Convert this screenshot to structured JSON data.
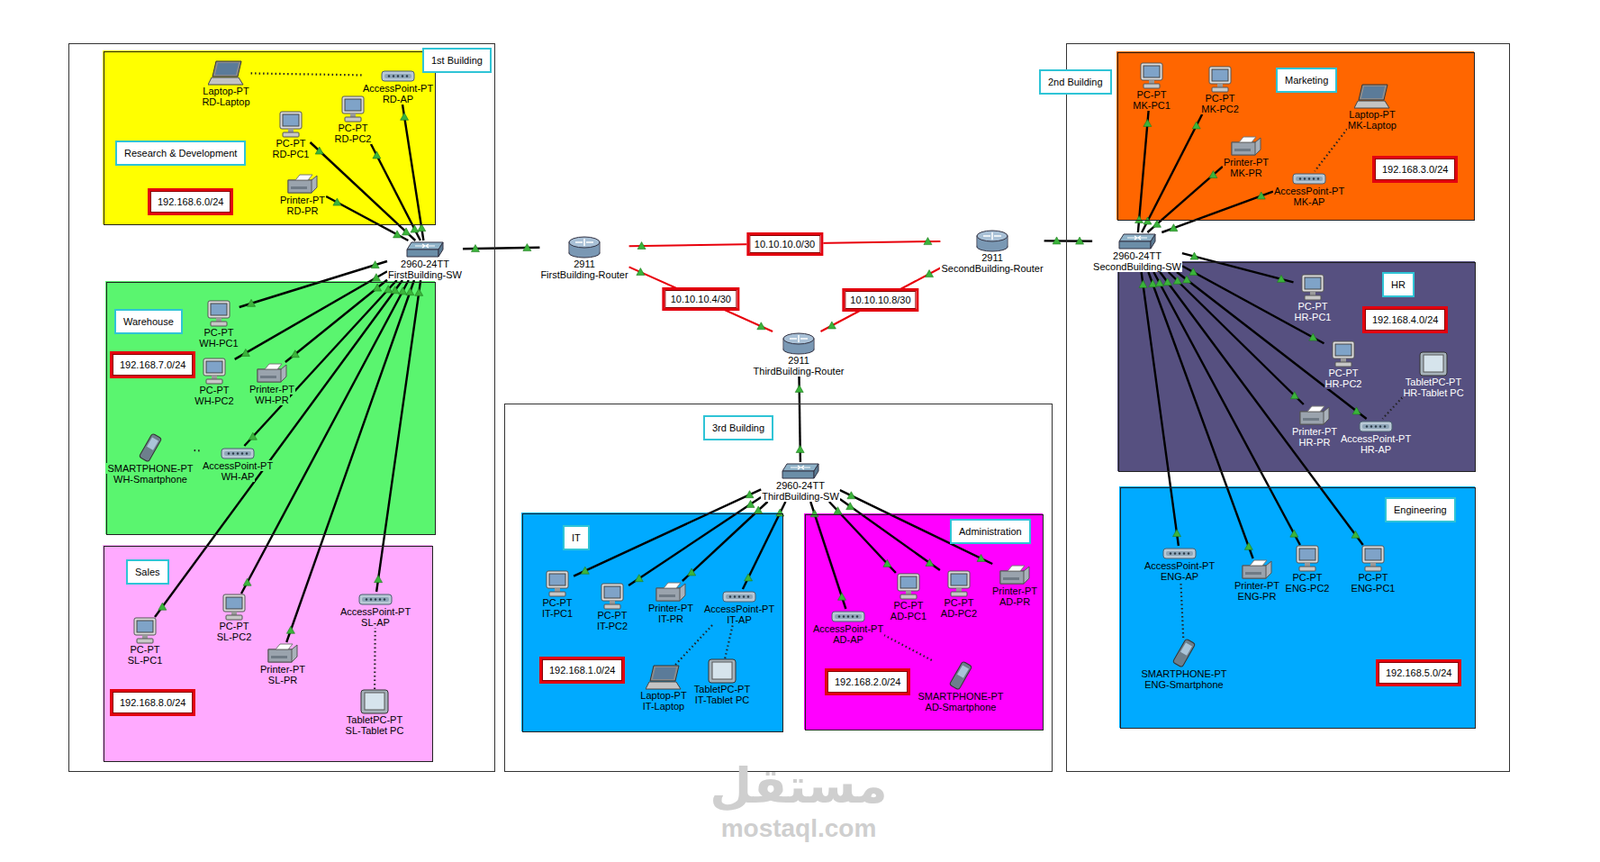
{
  "diagram": {
    "nodes": [
      {
        "text": [
          "1st Building"
        ]
      },
      {
        "text": [
          "Research & Development",
          "192.168.6.0/24"
        ],
        "in": 0
      },
      {
        "text": [
          "Laptop-PT",
          "RD-Laptop"
        ],
        "in": 1
      },
      {
        "text": [
          "AccessPoint-PT",
          "RD-AP"
        ],
        "in": 1
      },
      {
        "text": [
          "PC-PT",
          "RD-PC1"
        ],
        "in": 1
      },
      {
        "text": [
          "PC-PT",
          "RD-PC2"
        ],
        "in": 1
      },
      {
        "text": [
          "Printer-PT",
          "RD-PR"
        ],
        "in": 1
      },
      {
        "text": [
          "Warehouse",
          "192.168.7.0/24"
        ],
        "in": 0
      },
      {
        "text": [
          "PC-PT",
          "WH-PC1"
        ],
        "in": 7
      },
      {
        "text": [
          "PC-PT",
          "WH-PC2"
        ],
        "in": 7
      },
      {
        "text": [
          "Printer-PT",
          "WH-PR"
        ],
        "in": 7
      },
      {
        "text": [
          "SMARTPHONE-PT",
          "WH-Smartphone"
        ],
        "in": 7
      },
      {
        "text": [
          "AccessPoint-PT",
          "WH-AP"
        ],
        "in": 7
      },
      {
        "text": [
          "Sales",
          "192.168.8.0/24"
        ],
        "in": 0
      },
      {
        "text": [
          "PC-PT",
          "SL-PC1"
        ],
        "in": 13
      },
      {
        "text": [
          "PC-PT",
          "SL-PC2"
        ],
        "in": 13
      },
      {
        "text": [
          "Printer-PT",
          "SL-PR"
        ],
        "in": 13
      },
      {
        "text": [
          "AccessPoint-PT",
          "SL-AP"
        ],
        "in": 13
      },
      {
        "text": [
          "TabletPC-PT",
          "SL-Tablet PC"
        ],
        "in": 13
      },
      {
        "text": [
          "2960-24TT",
          "FirstBuilding-SW"
        ],
        "in": 0
      },
      {
        "text": [
          "2911",
          "FirstBuilding-Router"
        ]
      },
      {
        "text": [
          "2911",
          "SecondBuilding-Router"
        ]
      },
      {
        "text": [
          "2911",
          "ThirdBuilding-Router"
        ]
      },
      {
        "text": [
          "2nd Building"
        ]
      },
      {
        "text": [
          "Marketing",
          "192.168.3.0/24"
        ],
        "in": 23
      },
      {
        "text": [
          "PC-PT",
          "MK-PC1"
        ],
        "in": 24
      },
      {
        "text": [
          "PC-PT",
          "MK-PC2"
        ],
        "in": 24
      },
      {
        "text": [
          "Laptop-PT",
          "MK-Laptop"
        ],
        "in": 24
      },
      {
        "text": [
          "Printer-PT",
          "MK-PR"
        ],
        "in": 24
      },
      {
        "text": [
          "AccessPoint-PT",
          "MK-AP"
        ],
        "in": 24
      },
      {
        "text": [
          "HR",
          "192.168.4.0/24"
        ],
        "in": 23
      },
      {
        "text": [
          "PC-PT",
          "HR-PC1"
        ],
        "in": 30
      },
      {
        "text": [
          "PC-PT",
          "HR-PC2"
        ],
        "in": 30
      },
      {
        "text": [
          "TabletPC-PT",
          "HR-Tablet PC"
        ],
        "in": 30
      },
      {
        "text": [
          "Printer-PT",
          "HR-PR"
        ],
        "in": 30
      },
      {
        "text": [
          "AccessPoint-PT",
          "HR-AP"
        ],
        "in": 30
      },
      {
        "text": [
          "Engineering",
          "192.168.5.0/24"
        ],
        "in": 23
      },
      {
        "text": [
          "AccessPoint-PT",
          "ENG-AP"
        ],
        "in": 36
      },
      {
        "text": [
          "Printer-PT",
          "ENG-PR"
        ],
        "in": 36
      },
      {
        "text": [
          "PC-PT",
          "ENG-PC2"
        ],
        "in": 36
      },
      {
        "text": [
          "PC-PT",
          "ENG-PC1"
        ],
        "in": 36
      },
      {
        "text": [
          "SMARTPHONE-PT",
          "ENG-Smartphone"
        ],
        "in": 36
      },
      {
        "text": [
          "2960-24TT",
          "SecondBuilding-SW"
        ],
        "in": 23
      },
      {
        "text": [
          "3rd Building"
        ]
      },
      {
        "text": [
          "2960-24TT",
          "ThirdBuilding-SW"
        ],
        "in": 43
      },
      {
        "text": [
          "IT",
          "192.168.1.0/24"
        ],
        "in": 43
      },
      {
        "text": [
          "PC-PT",
          "IT-PC1"
        ],
        "in": 45
      },
      {
        "text": [
          "PC-PT",
          "IT-PC2"
        ],
        "in": 45
      },
      {
        "text": [
          "Printer-PT",
          "IT-PR"
        ],
        "in": 45
      },
      {
        "text": [
          "AccessPoint-PT",
          "IT-AP"
        ],
        "in": 45
      },
      {
        "text": [
          "Laptop-PT",
          "IT-Laptop"
        ],
        "in": 45
      },
      {
        "text": [
          "TabletPC-PT",
          "IT-Tablet PC"
        ],
        "in": 45
      },
      {
        "text": [
          "Administration",
          "192.168.2.0/24"
        ],
        "in": 43
      },
      {
        "text": [
          "AccessPoint-PT",
          "AD-AP"
        ],
        "in": 52
      },
      {
        "text": [
          "PC-PT",
          "AD-PC1"
        ],
        "in": 52
      },
      {
        "text": [
          "PC-PT",
          "AD-PC2"
        ],
        "in": 52
      },
      {
        "text": [
          "Printer-PT",
          "AD-PR"
        ],
        "in": 52
      },
      {
        "text": [
          "SMARTPHONE-PT",
          "AD-Smartphone"
        ],
        "in": 52
      }
    ],
    "edges": [
      {
        "from": 19,
        "to": 3,
        "arrow": "none"
      },
      {
        "from": 19,
        "to": 4,
        "arrow": "none"
      },
      {
        "from": 19,
        "to": 5,
        "arrow": "none"
      },
      {
        "from": 19,
        "to": 6,
        "arrow": "none"
      },
      {
        "from": 19,
        "to": 8,
        "arrow": "none"
      },
      {
        "from": 19,
        "to": 9,
        "arrow": "none"
      },
      {
        "from": 19,
        "to": 10,
        "arrow": "none"
      },
      {
        "from": 19,
        "to": 12,
        "arrow": "none"
      },
      {
        "from": 19,
        "to": 14,
        "arrow": "none"
      },
      {
        "from": 19,
        "to": 15,
        "arrow": "none"
      },
      {
        "from": 19,
        "to": 16,
        "arrow": "none"
      },
      {
        "from": 19,
        "to": 17,
        "arrow": "none"
      },
      {
        "from": 2,
        "to": 3,
        "arrow": "none"
      },
      {
        "from": 11,
        "to": 12,
        "arrow": "none"
      },
      {
        "from": 18,
        "to": 17,
        "arrow": "none"
      },
      {
        "from": 19,
        "to": 20,
        "arrow": "none"
      },
      {
        "from": 20,
        "to": 21,
        "label": "10.10.10.0/30",
        "arrow": "none"
      },
      {
        "from": 20,
        "to": 22,
        "label": "10.10.10.4/30",
        "arrow": "none"
      },
      {
        "from": 21,
        "to": 22,
        "label": "10.10.10.8/30",
        "arrow": "none"
      },
      {
        "from": 21,
        "to": 42,
        "arrow": "none"
      },
      {
        "from": 22,
        "to": 44,
        "arrow": "none"
      },
      {
        "from": 42,
        "to": 25,
        "arrow": "none"
      },
      {
        "from": 42,
        "to": 26,
        "arrow": "none"
      },
      {
        "from": 42,
        "to": 28,
        "arrow": "none"
      },
      {
        "from": 42,
        "to": 29,
        "arrow": "none"
      },
      {
        "from": 42,
        "to": 31,
        "arrow": "none"
      },
      {
        "from": 42,
        "to": 32,
        "arrow": "none"
      },
      {
        "from": 42,
        "to": 34,
        "arrow": "none"
      },
      {
        "from": 42,
        "to": 35,
        "arrow": "none"
      },
      {
        "from": 42,
        "to": 37,
        "arrow": "none"
      },
      {
        "from": 42,
        "to": 38,
        "arrow": "none"
      },
      {
        "from": 42,
        "to": 39,
        "arrow": "none"
      },
      {
        "from": 42,
        "to": 40,
        "arrow": "none"
      },
      {
        "from": 27,
        "to": 29,
        "arrow": "none"
      },
      {
        "from": 33,
        "to": 35,
        "arrow": "none"
      },
      {
        "from": 41,
        "to": 37,
        "arrow": "none"
      },
      {
        "from": 44,
        "to": 46,
        "arrow": "none"
      },
      {
        "from": 44,
        "to": 47,
        "arrow": "none"
      },
      {
        "from": 44,
        "to": 48,
        "arrow": "none"
      },
      {
        "from": 44,
        "to": 49,
        "arrow": "none"
      },
      {
        "from": 44,
        "to": 53,
        "arrow": "none"
      },
      {
        "from": 44,
        "to": 54,
        "arrow": "none"
      },
      {
        "from": 44,
        "to": 55,
        "arrow": "none"
      },
      {
        "from": 44,
        "to": 56,
        "arrow": "none"
      },
      {
        "from": 50,
        "to": 49,
        "arrow": "none"
      },
      {
        "from": 51,
        "to": 49,
        "arrow": "none"
      },
      {
        "from": 57,
        "to": 53,
        "arrow": "none"
      }
    ],
    "labels": [
      "مستقل",
      "mostaql.com"
    ]
  }
}
